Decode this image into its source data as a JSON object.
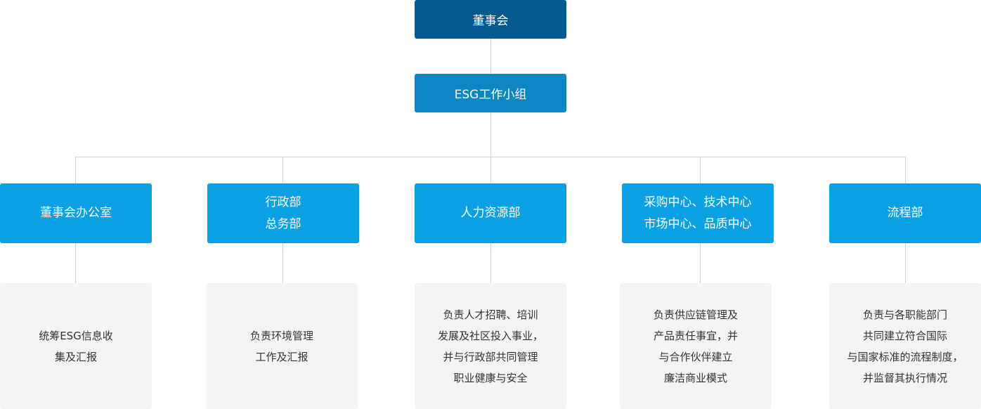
{
  "board": {
    "label": "董事会"
  },
  "esg_group": {
    "label": "ESG工作小组"
  },
  "departments": [
    {
      "lines": [
        "董事会办公室"
      ]
    },
    {
      "lines": [
        "行政部",
        "总务部"
      ]
    },
    {
      "lines": [
        "人力资源部"
      ]
    },
    {
      "lines": [
        "采购中心、技术中心",
        "市场中心、品质中心"
      ]
    },
    {
      "lines": [
        "流程部"
      ]
    }
  ],
  "responsibilities": [
    {
      "lines": [
        "统筹ESG信息收",
        "集及汇报"
      ]
    },
    {
      "lines": [
        "负责环境管理",
        "工作及汇报"
      ]
    },
    {
      "lines": [
        "负责人才招聘、培训",
        "发展及社区投入事业，",
        "并与行政部共同管理",
        "职业健康与安全"
      ]
    },
    {
      "lines": [
        "负责供应链管理及",
        "产品责任事宜，并",
        "与合作伙伴建立",
        "廉洁商业模式"
      ]
    },
    {
      "lines": [
        "负责与各职能部门",
        "共同建立符合国际",
        "与国家标准的流程制度，",
        "并监督其执行情况"
      ]
    }
  ],
  "colors": {
    "board_bg": "#045a8d",
    "esg_group_bg": "#0f86c4",
    "department_bg": "#0aa0e3",
    "responsibility_bg": "#f4f4f4",
    "connector": "#d3d3d3"
  }
}
